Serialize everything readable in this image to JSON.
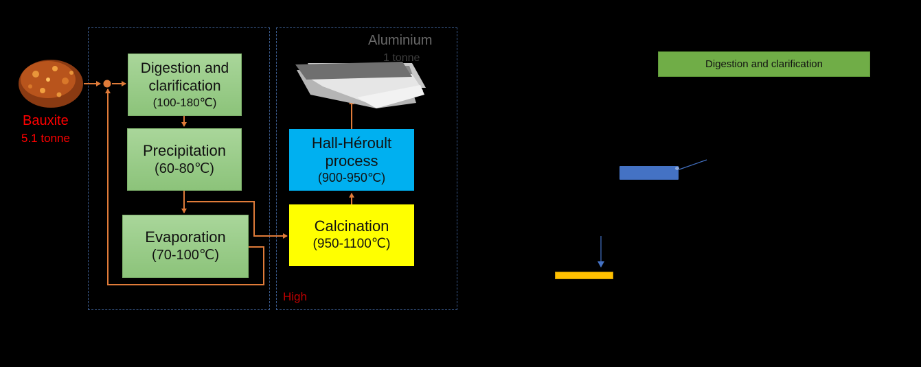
{
  "bauxite": {
    "label": "Bauxite",
    "amount": "5.1 tonne"
  },
  "aluminium": {
    "label": "Aluminium",
    "amount": "1 tonne"
  },
  "high_label": "High",
  "steps": {
    "digestion": {
      "line1": "Digestion and",
      "line2": "clarification",
      "temp": "(100-180℃)"
    },
    "precipitation": {
      "line1": "Precipitation",
      "temp": "(60-80℃)"
    },
    "evaporation": {
      "line1": "Evaporation",
      "temp": "(70-100℃)"
    },
    "hall": {
      "line1": "Hall-Héroult",
      "line2": "process",
      "temp": "(900-950℃)"
    },
    "calcination": {
      "line1": "Calcination",
      "temp": "(950-1100℃)"
    }
  },
  "legend_box": {
    "label": "Digestion and clarification"
  },
  "colors": {
    "flow_arrow": "#e07b39",
    "green_box": "#94c983",
    "hall_box": "#00b0f0",
    "calcination_box": "#ffff00",
    "legend_green": "#70ad47",
    "small_blue": "#4472c4",
    "small_orange": "#ffc000",
    "bauxite_text": "#ff0000",
    "dashed_border": "#3a5a8c"
  }
}
